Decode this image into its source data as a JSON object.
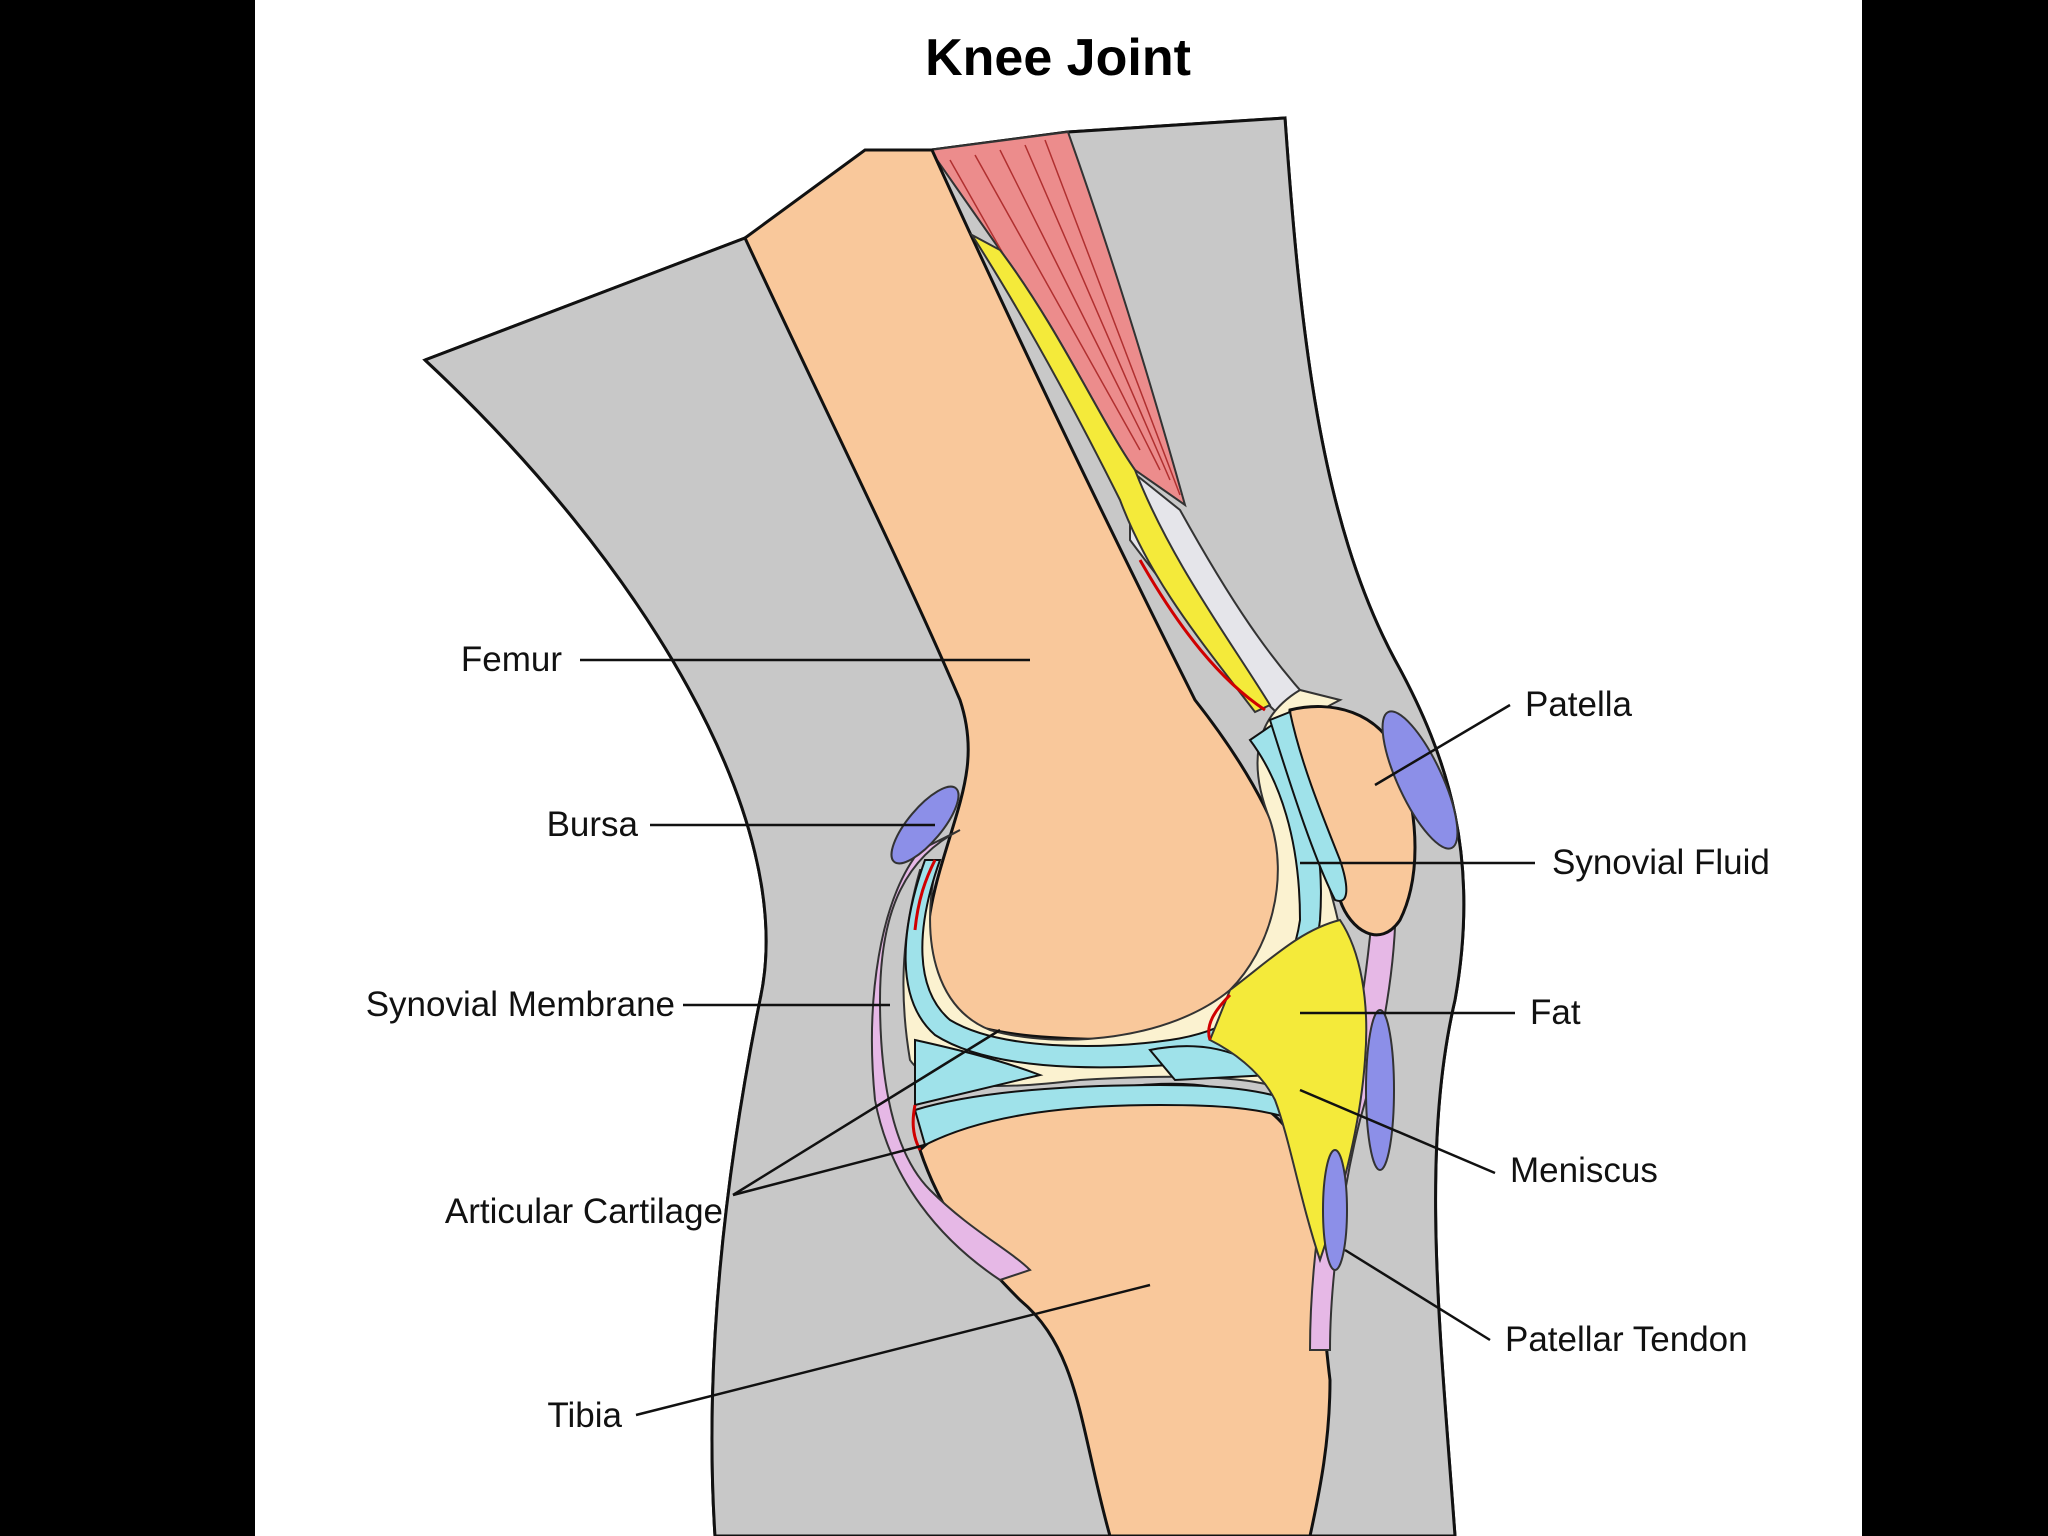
{
  "title": "Knee Joint",
  "labels": {
    "femur": "Femur",
    "bursa": "Bursa",
    "synovial_membrane": "Synovial Membrane",
    "articular_cartilage": "Articular Cartilage",
    "tibia": "Tibia",
    "patella": "Patella",
    "synovial_fluid": "Synovial Fluid",
    "fat": "Fat",
    "meniscus": "Meniscus",
    "patellar_tendon": "Patellar Tendon"
  },
  "colors": {
    "background": "#000000",
    "panel": "#ffffff",
    "skin": "#c8c8c8",
    "bone": "#f9c89b",
    "cartilage": "#9fe2ea",
    "synovial_fluid": "#fbf2d0",
    "fat": "#f4ea3a",
    "muscle": "#ec8c8c",
    "tendon": "#e5e5ea",
    "bursa": "#8c8fe8",
    "synovial_membrane": "#e6b8e6",
    "membrane_line": "#d00000"
  }
}
